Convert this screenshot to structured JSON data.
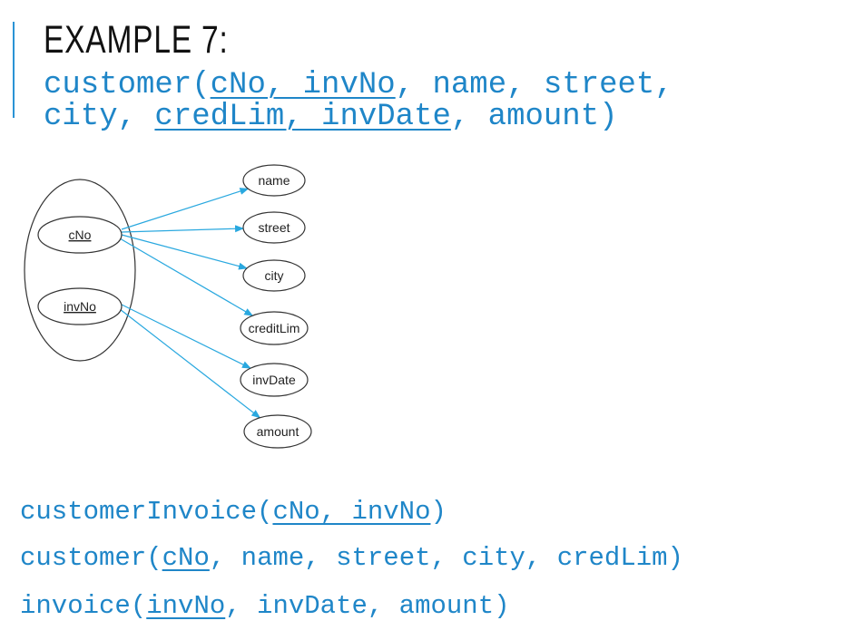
{
  "title": "EXAMPLE 7:",
  "relation": {
    "name": "customer(",
    "line1_key": "cNo, invNo",
    "line1_rest": ", name, street,",
    "line2_pre": "city, ",
    "line2_key": "credLim, invDate",
    "line2_rest": ", amount)"
  },
  "diagram": {
    "keys": [
      {
        "id": "cNo",
        "label": "cNo"
      },
      {
        "id": "invNo",
        "label": "invNo"
      }
    ],
    "attributes": [
      {
        "id": "name",
        "label": "name"
      },
      {
        "id": "street",
        "label": "street"
      },
      {
        "id": "city",
        "label": "city"
      },
      {
        "id": "creditLim",
        "label": "creditLim"
      },
      {
        "id": "invDate",
        "label": "invDate"
      },
      {
        "id": "amount",
        "label": "amount"
      }
    ],
    "dependencies": [
      {
        "from": "cNo",
        "to": "name"
      },
      {
        "from": "cNo",
        "to": "street"
      },
      {
        "from": "cNo",
        "to": "city"
      },
      {
        "from": "cNo",
        "to": "creditLim"
      },
      {
        "from": "invNo",
        "to": "invDate"
      },
      {
        "from": "invNo",
        "to": "amount"
      }
    ],
    "arrow_color": "#29a8df"
  },
  "decomposition": [
    {
      "name": "customerInvoice(",
      "key": "cNo, invNo",
      "rest": ")"
    },
    {
      "name": "customer(",
      "key": "cNo",
      "rest": ", name, street, city, credLim)"
    },
    {
      "name": "invoice(",
      "key": "invNo",
      "rest": ", invDate, amount)"
    }
  ],
  "colors": {
    "accent": "#2a93d5",
    "text_blue": "#1f86c8"
  }
}
